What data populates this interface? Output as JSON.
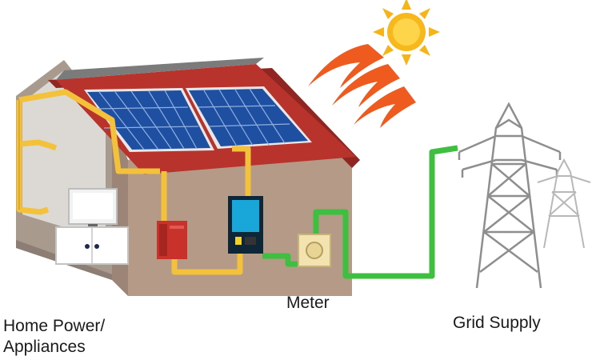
{
  "labels": {
    "home_line1": "Home  Power/",
    "home_line2": "Appliances",
    "meter": "Meter",
    "grid": "Grid Supply"
  },
  "colors": {
    "roof": "#b7332c",
    "wall": "#b49a87",
    "solar_panel": "#1f4fa0",
    "home_wiring": "#f3c23a",
    "grid_wiring": "#3fbf3f",
    "sun": "#f6b417",
    "sun_rays": "#ef5a1e",
    "pylon": "#8e8e8e"
  },
  "icons": [
    "sun-icon",
    "solar-panel-icon",
    "inverter-icon",
    "breaker-box-icon",
    "meter-icon",
    "tv-icon",
    "cabinet-icon",
    "pylon-icon"
  ]
}
